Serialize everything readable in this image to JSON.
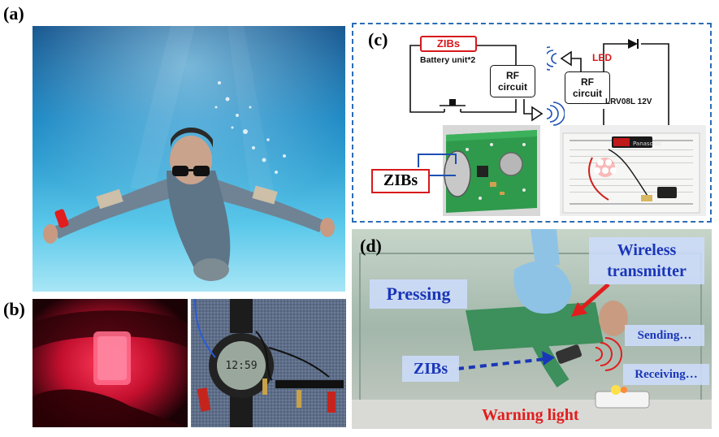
{
  "panels": {
    "a": "(a)",
    "b": "(b)",
    "c": "(c)",
    "d": "(d)"
  },
  "circuit": {
    "zibs": "ZIBs",
    "battery_unit": "Battery unit*2",
    "rf1": "RF circuit",
    "rf2": "RF circuit",
    "led": "LED",
    "lrv": "LRV08L 12V",
    "zibs_board": "ZIBs",
    "battery_brand": "Panasonic"
  },
  "watch": {
    "reading": "12:59"
  },
  "scene": {
    "wireless": "Wireless transmitter",
    "pressing": "Pressing",
    "sending": "Sending…",
    "zibs": "ZIBs",
    "receiving": "Receiving…",
    "warning": "Warning light"
  },
  "colors": {
    "dashed_border": "#2c6db5",
    "zibs_red": "#d7191c",
    "label_blue": "#1a36b8",
    "led_red": "#e11d1d"
  }
}
